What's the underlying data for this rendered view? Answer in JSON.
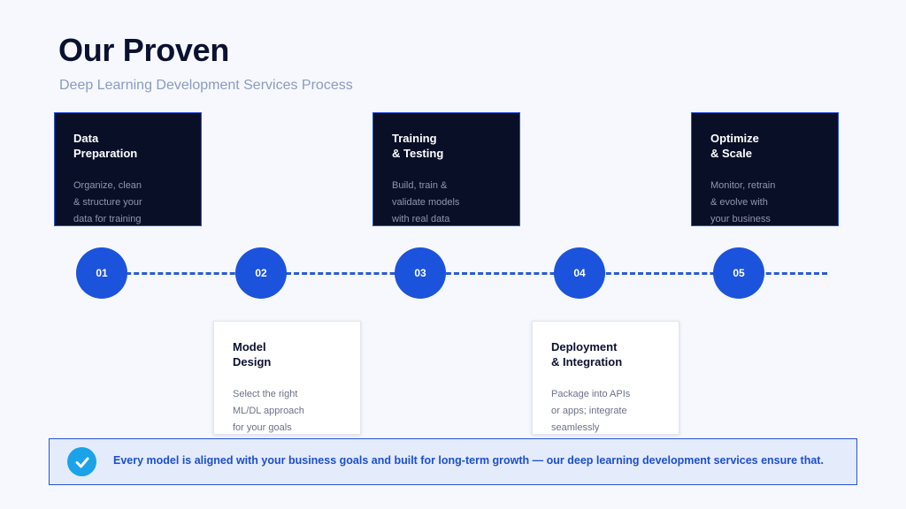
{
  "header": {
    "title": "Our Proven",
    "subtitle": "Deep Learning Development Services Process"
  },
  "steps": [
    {
      "number": "01",
      "title_line1": "Data",
      "title_line2": "Preparation",
      "desc": [
        "Organize, clean",
        "& structure your",
        "data for training"
      ]
    },
    {
      "number": "02",
      "title_line1": "Model",
      "title_line2": "Design",
      "desc": [
        "Select the right",
        "ML/DL approach",
        "for your goals"
      ]
    },
    {
      "number": "03",
      "title_line1": "Training",
      "title_line2": "& Testing",
      "desc": [
        "Build, train &",
        "validate models",
        "with real data"
      ]
    },
    {
      "number": "04",
      "title_line1": "Deployment",
      "title_line2": "& Integration",
      "desc": [
        "Package into APIs",
        "or apps; integrate",
        "seamlessly"
      ]
    },
    {
      "number": "05",
      "title_line1": "Optimize",
      "title_line2": "& Scale",
      "desc": [
        "Monitor, retrain",
        "& evolve with",
        "your business"
      ]
    }
  ],
  "banner": {
    "icon": "check-circle-icon",
    "text": "Every model is aligned with your business goals and built for long-term growth — our deep learning development services ensure that."
  },
  "colors": {
    "accent": "#1c53dc",
    "dark_card": "#0a0f28",
    "banner_bg": "#e4ebfb",
    "check": "#1aa3e8"
  }
}
